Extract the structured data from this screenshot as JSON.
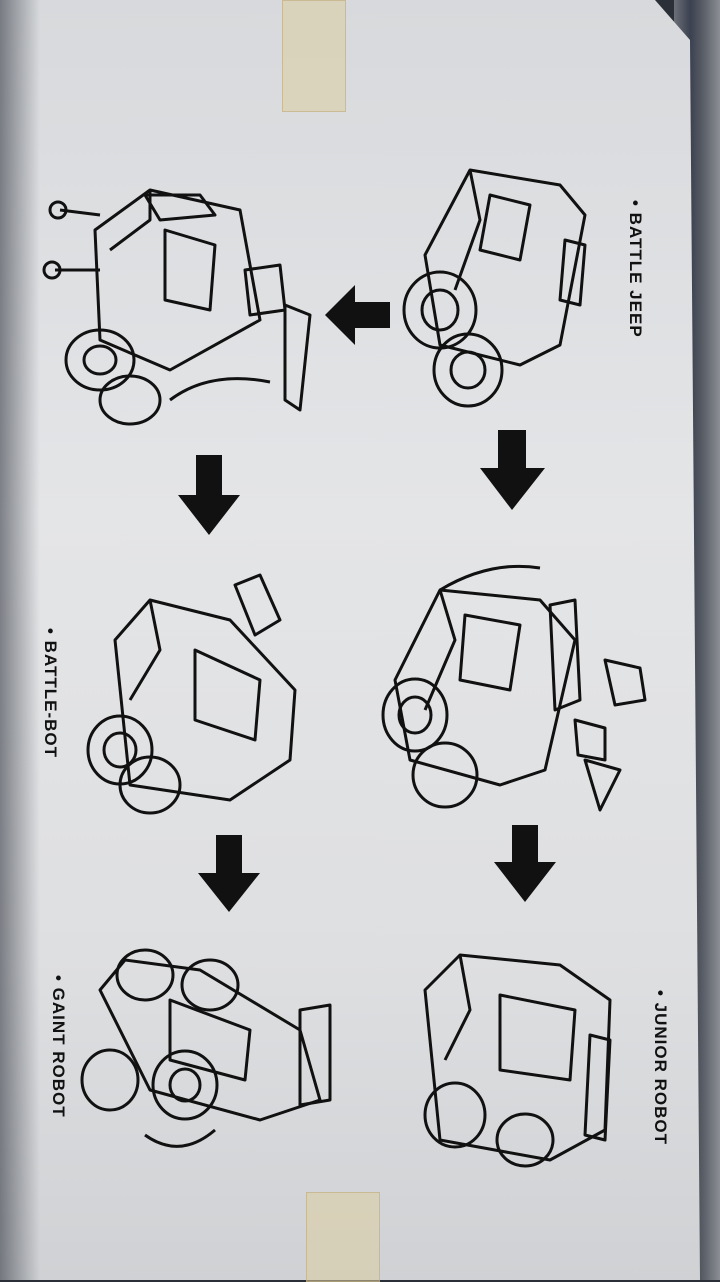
{
  "labels": {
    "battle_jeep": "• BATTLE JEEP",
    "battle_bot": "• BATTLE-BOT",
    "junior_robot": "• JUNIOR ROBOT",
    "gaint_robot": "• GAINT ROBOT"
  },
  "colors": {
    "paper": "#e2e3e5",
    "ink": "#111111",
    "box_edge": "#3b4150"
  }
}
